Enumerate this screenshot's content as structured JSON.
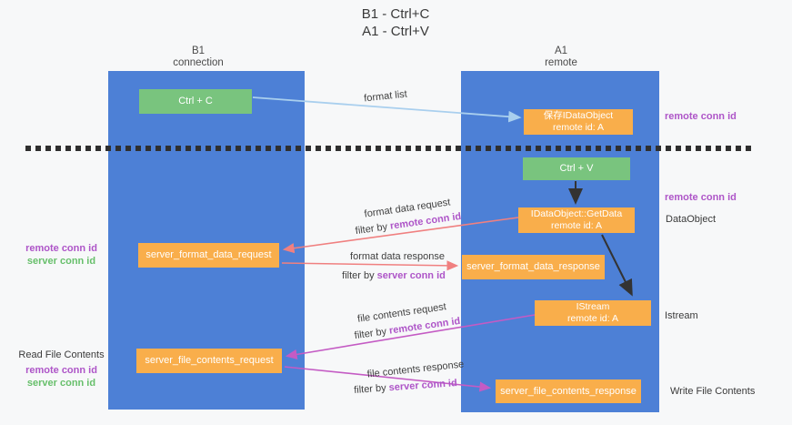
{
  "title": {
    "line1": "B1 - Ctrl+C",
    "line2": "A1 - Ctrl+V"
  },
  "columns": {
    "left": {
      "name": "B1",
      "subtitle": "connection"
    },
    "right": {
      "name": "A1",
      "subtitle": "remote"
    }
  },
  "boxes": {
    "ctrl_c": {
      "label": "Ctrl + C"
    },
    "save_idataobject": {
      "line1": "保存IDataObject",
      "line2": "remote id: A"
    },
    "ctrl_v": {
      "label": "Ctrl + V"
    },
    "getdata": {
      "line1": "IDataObject::GetData",
      "line2": "remote id: A"
    },
    "istream": {
      "line1": "IStream",
      "line2": "remote id: A"
    },
    "server_format_data_request": {
      "label": "server_format_data_request"
    },
    "server_format_data_response": {
      "label": "server_format_data_response"
    },
    "server_file_contents_request": {
      "label": "server_file_contents_request"
    },
    "server_file_contents_response": {
      "label": "server_file_contents_response"
    }
  },
  "arrow_labels": {
    "format_list": "format list",
    "format_data_request": "format data request",
    "format_data_response": "format data response",
    "file_contents_request": "file contents request",
    "file_contents_response": "file contents response",
    "filter_by": "filter by",
    "remote_conn_id": "remote conn id",
    "server_conn_id": "server conn id"
  },
  "side_labels": {
    "left": {
      "remote_conn_id": "remote conn id",
      "server_conn_id": "server conn id",
      "read_file_contents": "Read File Contents"
    },
    "right": {
      "remote_conn_id_top": "remote conn id",
      "remote_conn_id_mid": "remote conn id",
      "dataobject": "DataObject",
      "istream": "Istream",
      "write_file_contents": "Write File Contents"
    }
  },
  "colors": {
    "background": "#f7f8f9",
    "column_blue": "#4d80d6",
    "box_orange": "#f9ae4b",
    "box_green": "#79c47e",
    "arrow_lightblue": "#a9cfee",
    "arrow_black": "#333333",
    "arrow_salmon": "#f08080",
    "arrow_magenta": "#c45bc4",
    "text_purple": "#ae55c8",
    "text_green": "#67bf6b",
    "dash_black": "#2f2f2f"
  }
}
